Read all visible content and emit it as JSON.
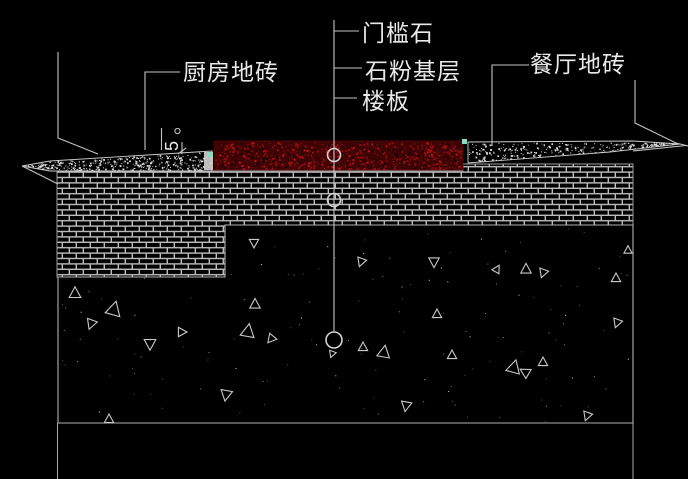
{
  "drawing": {
    "labels": {
      "kitchen_tile": "厨房地砖",
      "threshold_stone": "门槛石",
      "stone_powder_base": "石粉基层",
      "floor_slab": "楼板",
      "dining_tile": "餐厅地砖"
    },
    "dimensions": {
      "tile_thickness": "5"
    },
    "colors": {
      "background": "#000000",
      "line": "#c3c3c3",
      "text": "#e9e9e9",
      "mortar": "#bdbdbd",
      "threshold_base": "#400305",
      "threshold_speckle": "#8f0e10",
      "threshold_speckle_bright": "#bc1517",
      "tile_speckle": "#dedede",
      "grip": "#8fd8c4"
    }
  }
}
